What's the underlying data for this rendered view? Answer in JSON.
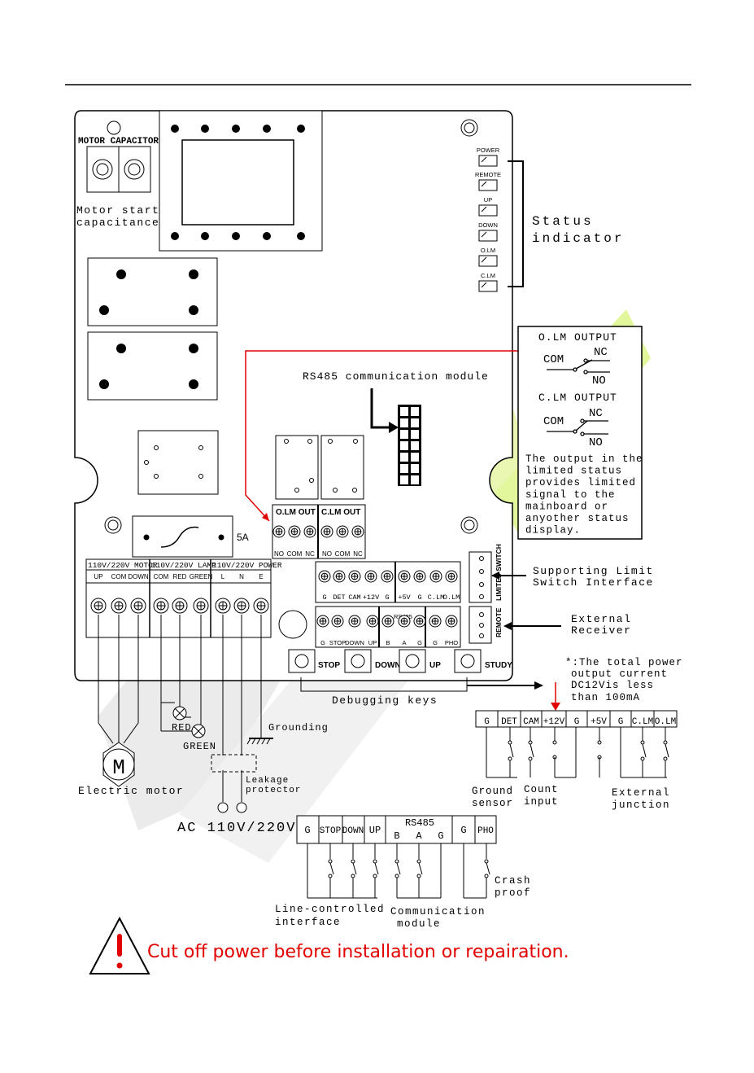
{
  "board": {
    "motor_capacitor": "MOTOR CAPACITOR",
    "motor_start_line1": "Motor start",
    "motor_start_line2": "capacitance",
    "fuse_rating": "5A",
    "rs485_module": "RS485 communication module",
    "olm_out": "O.LM OUT",
    "clm_out": "C.LM OUT",
    "relay_pins": [
      "NO",
      "COM",
      "NC",
      "NO",
      "COM",
      "NC"
    ],
    "power_groups": [
      "110V/220V MOTOR",
      "110V/220V LAMP",
      "110V/220V POWER"
    ],
    "power_pins": [
      "UP",
      "COM",
      "DOWN",
      "COM",
      "RED",
      "GREEN",
      "L",
      "N",
      "E"
    ],
    "limit_pins": [
      "G",
      "DET",
      "CAM",
      "+12V",
      "G",
      "+5V",
      "G",
      "C.LM",
      "O.LM"
    ],
    "control_pins": [
      "G",
      "STOP",
      "DOWN",
      "UP",
      "B",
      "A",
      "G",
      "G",
      "PHO"
    ],
    "rs485_small": "RS485",
    "limited_switch": "LIMITED SWITCH",
    "remote": "REMOTE",
    "keys": [
      "STOP",
      "DOWN",
      "UP",
      "STUDY"
    ]
  },
  "indicators": {
    "labels": [
      "POWER",
      "REMOTE",
      "UP",
      "DOWN",
      "O.LM",
      "C.LM"
    ],
    "title_line1": "Status",
    "title_line2": "indicator"
  },
  "output_box": {
    "olm_title": "O.LM OUTPUT",
    "clm_title": "C.LM OUTPUT",
    "com": "COM",
    "nc": "NC",
    "no": "NO",
    "desc": [
      "The output in the",
      "limited status",
      "provides limited",
      "signal to the",
      "mainboard or",
      "anyother status",
      "display."
    ]
  },
  "callouts": {
    "limit_switch": [
      "Supporting Limit",
      "Switch Interface"
    ],
    "receiver": [
      "External",
      "Receiver"
    ],
    "debug_keys": "Debugging keys",
    "power_note": [
      "*:The total power",
      "output current",
      "DC12Vis less",
      "than 100mA"
    ]
  },
  "wiring": {
    "red": "RED",
    "green": "GREEN",
    "grounding": "Grounding",
    "motor_symbol": "M",
    "motor": "Electric motor",
    "leakage": [
      "Leakage",
      "protector"
    ],
    "ac": "AC 110V/220V",
    "ext_pins": [
      "G",
      "DET",
      "CAM",
      "+12V",
      "G",
      "+5V",
      "G",
      "C.LM",
      "O.LM"
    ],
    "ground_sensor": [
      "Ground",
      "sensor"
    ],
    "count_input": [
      "Count",
      "input"
    ],
    "external_junction": [
      "External",
      "junction"
    ],
    "bottom_pins": [
      "G",
      "STOP",
      "DOWN",
      "UP",
      "RS485",
      "B",
      "A",
      "G",
      "G",
      "PHO"
    ],
    "line_controlled": [
      "Line-controlled",
      "interface"
    ],
    "communication": [
      "Communication",
      "module"
    ],
    "crash": [
      "Crash",
      "proof"
    ]
  },
  "warning": {
    "text": "Cut off power before installation or repairation.",
    "icon": "warning-triangle-icon",
    "color": "#e30000"
  },
  "watermark_color": "#c6ef3a"
}
